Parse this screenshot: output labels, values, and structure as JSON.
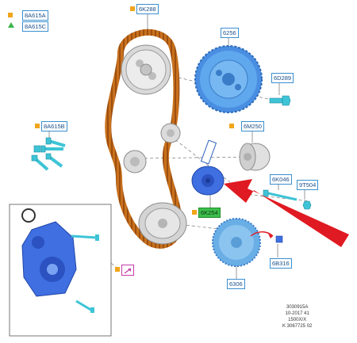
{
  "legend": [
    {
      "marker": "orange-square",
      "code": "8A615A"
    },
    {
      "marker": "green-triangle",
      "code": "8A615C"
    }
  ],
  "callouts": {
    "timing_belt": "6K288",
    "camshaft_sprocket": "6256",
    "camshaft_bolt": "6D289",
    "bolt_kit": "8A615B",
    "idler_pulley": "6M250",
    "tensioner_bolt": "6K046",
    "tensioner_nut": "9T504",
    "tensioner": "6K254",
    "crank_sprocket_bolt": "6B316",
    "crankshaft_pulley": "6306"
  },
  "notes": [
    "3030915A",
    "10-2017 41",
    "1500X/X",
    "K 3067725 02"
  ],
  "colors": {
    "belt": "#c8701c",
    "part_blue": "#3f6fe0",
    "part_light_blue": "#6aaee6",
    "bolt_cyan": "#3ec4d6",
    "pulley_grey": "#d4d4d4",
    "arrow_red": "#e01a22",
    "callout_border": "#3a8fd0",
    "highlight_green": "#3cbf4c"
  }
}
